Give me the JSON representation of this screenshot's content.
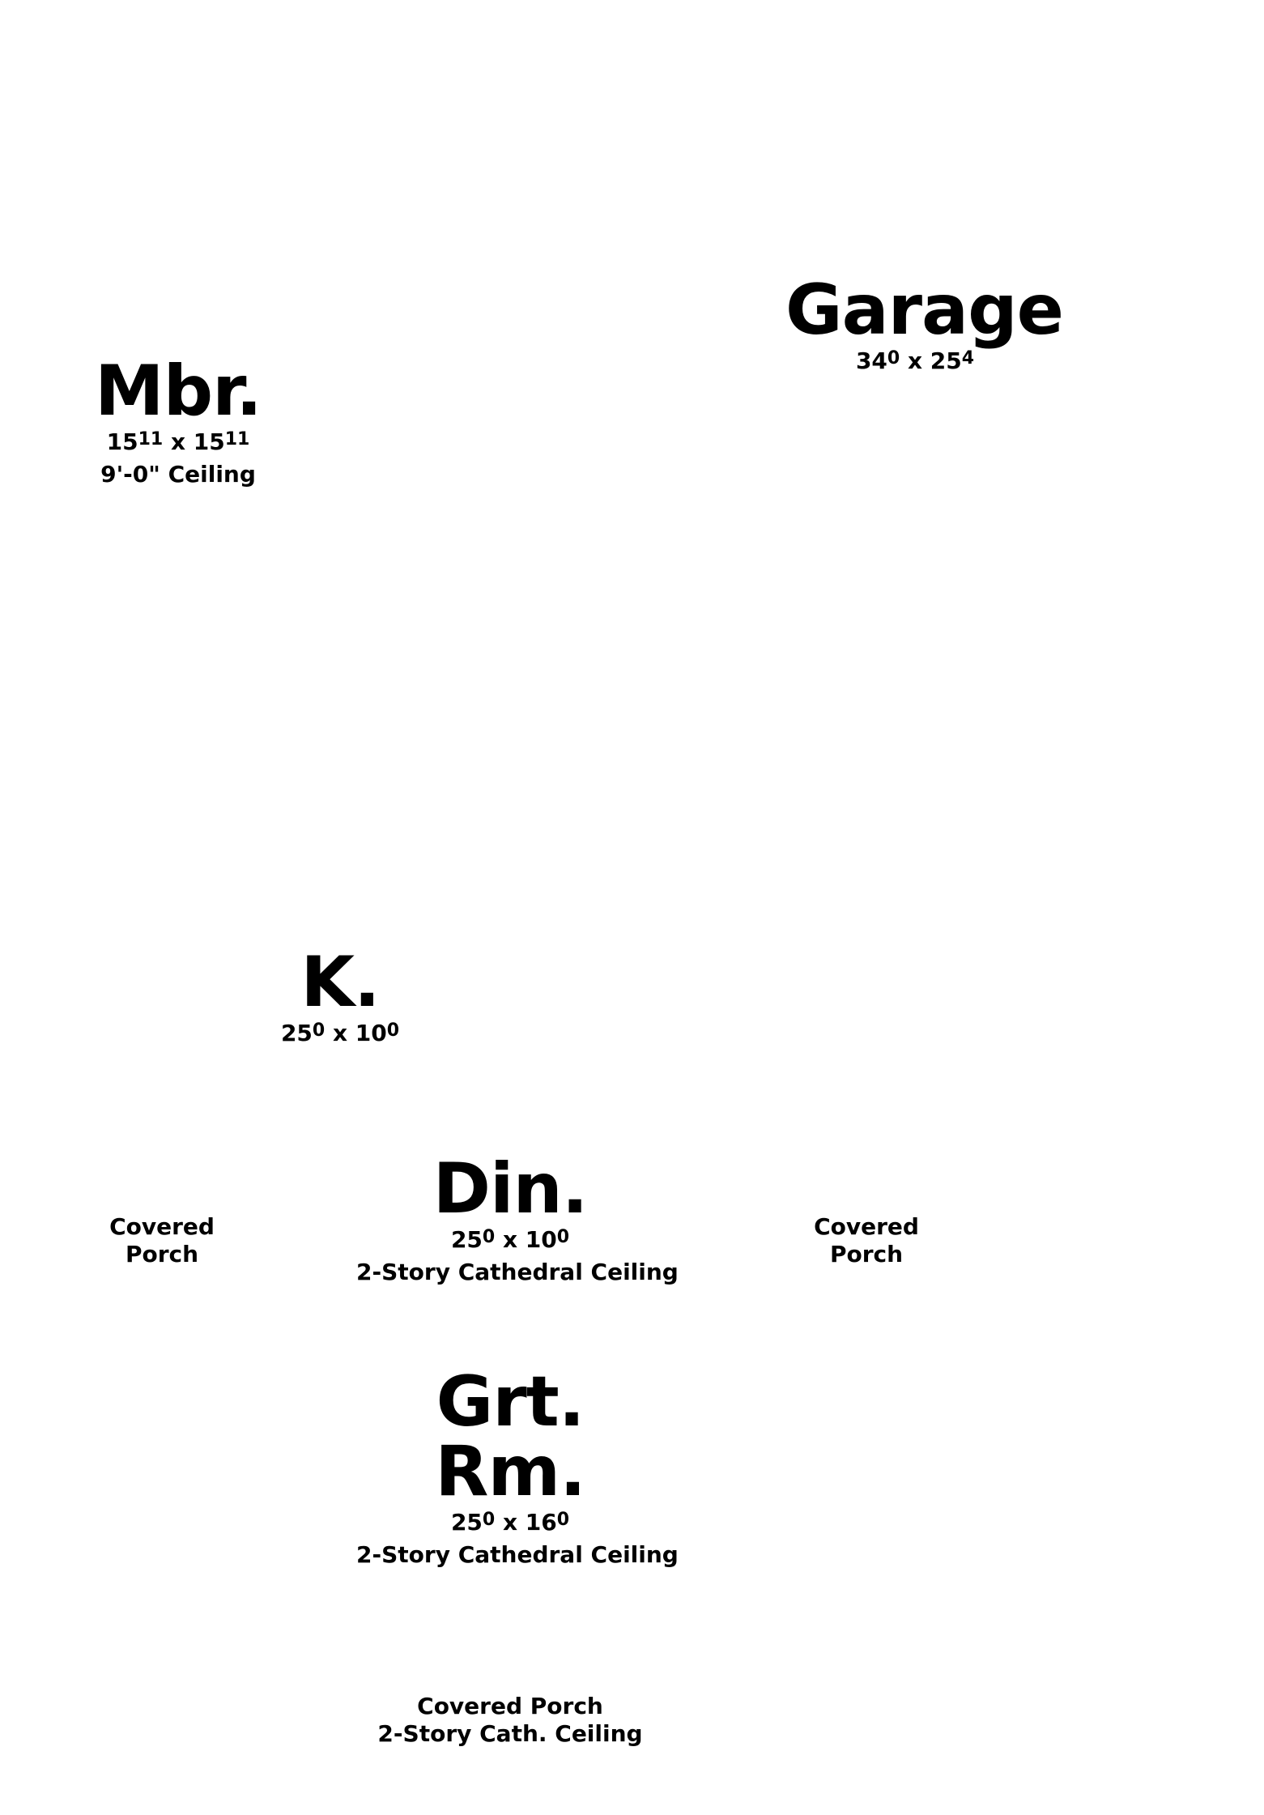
{
  "rooms": {
    "garage": {
      "name": "Garage",
      "w_ft": "34",
      "w_in": "0",
      "h_ft": "25",
      "h_in": "4",
      "x": "x"
    },
    "mbr": {
      "name": "Mbr.",
      "w_ft": "15",
      "w_in": "11",
      "h_ft": "15",
      "h_in": "11",
      "x": "x",
      "ceiling": "9'-0\" Ceiling"
    },
    "kitchen": {
      "name": "K.",
      "w_ft": "25",
      "w_in": "0",
      "h_ft": "10",
      "h_in": "0",
      "x": "x"
    },
    "dining": {
      "name": "Din.",
      "w_ft": "25",
      "w_in": "0",
      "h_ft": "10",
      "h_in": "0",
      "x": "x",
      "ceiling": "2-Story Cathedral Ceiling"
    },
    "great_room": {
      "name": "Grt. Rm.",
      "w_ft": "25",
      "w_in": "0",
      "h_ft": "16",
      "h_in": "0",
      "x": "x",
      "ceiling": "2-Story Cathedral Ceiling"
    }
  },
  "porches": {
    "left": {
      "line1": "Covered",
      "line2": "Porch"
    },
    "right": {
      "line1": "Covered",
      "line2": "Porch"
    },
    "bottom": {
      "line1": "Covered Porch",
      "line2": "2-Story Cath. Ceiling"
    }
  }
}
